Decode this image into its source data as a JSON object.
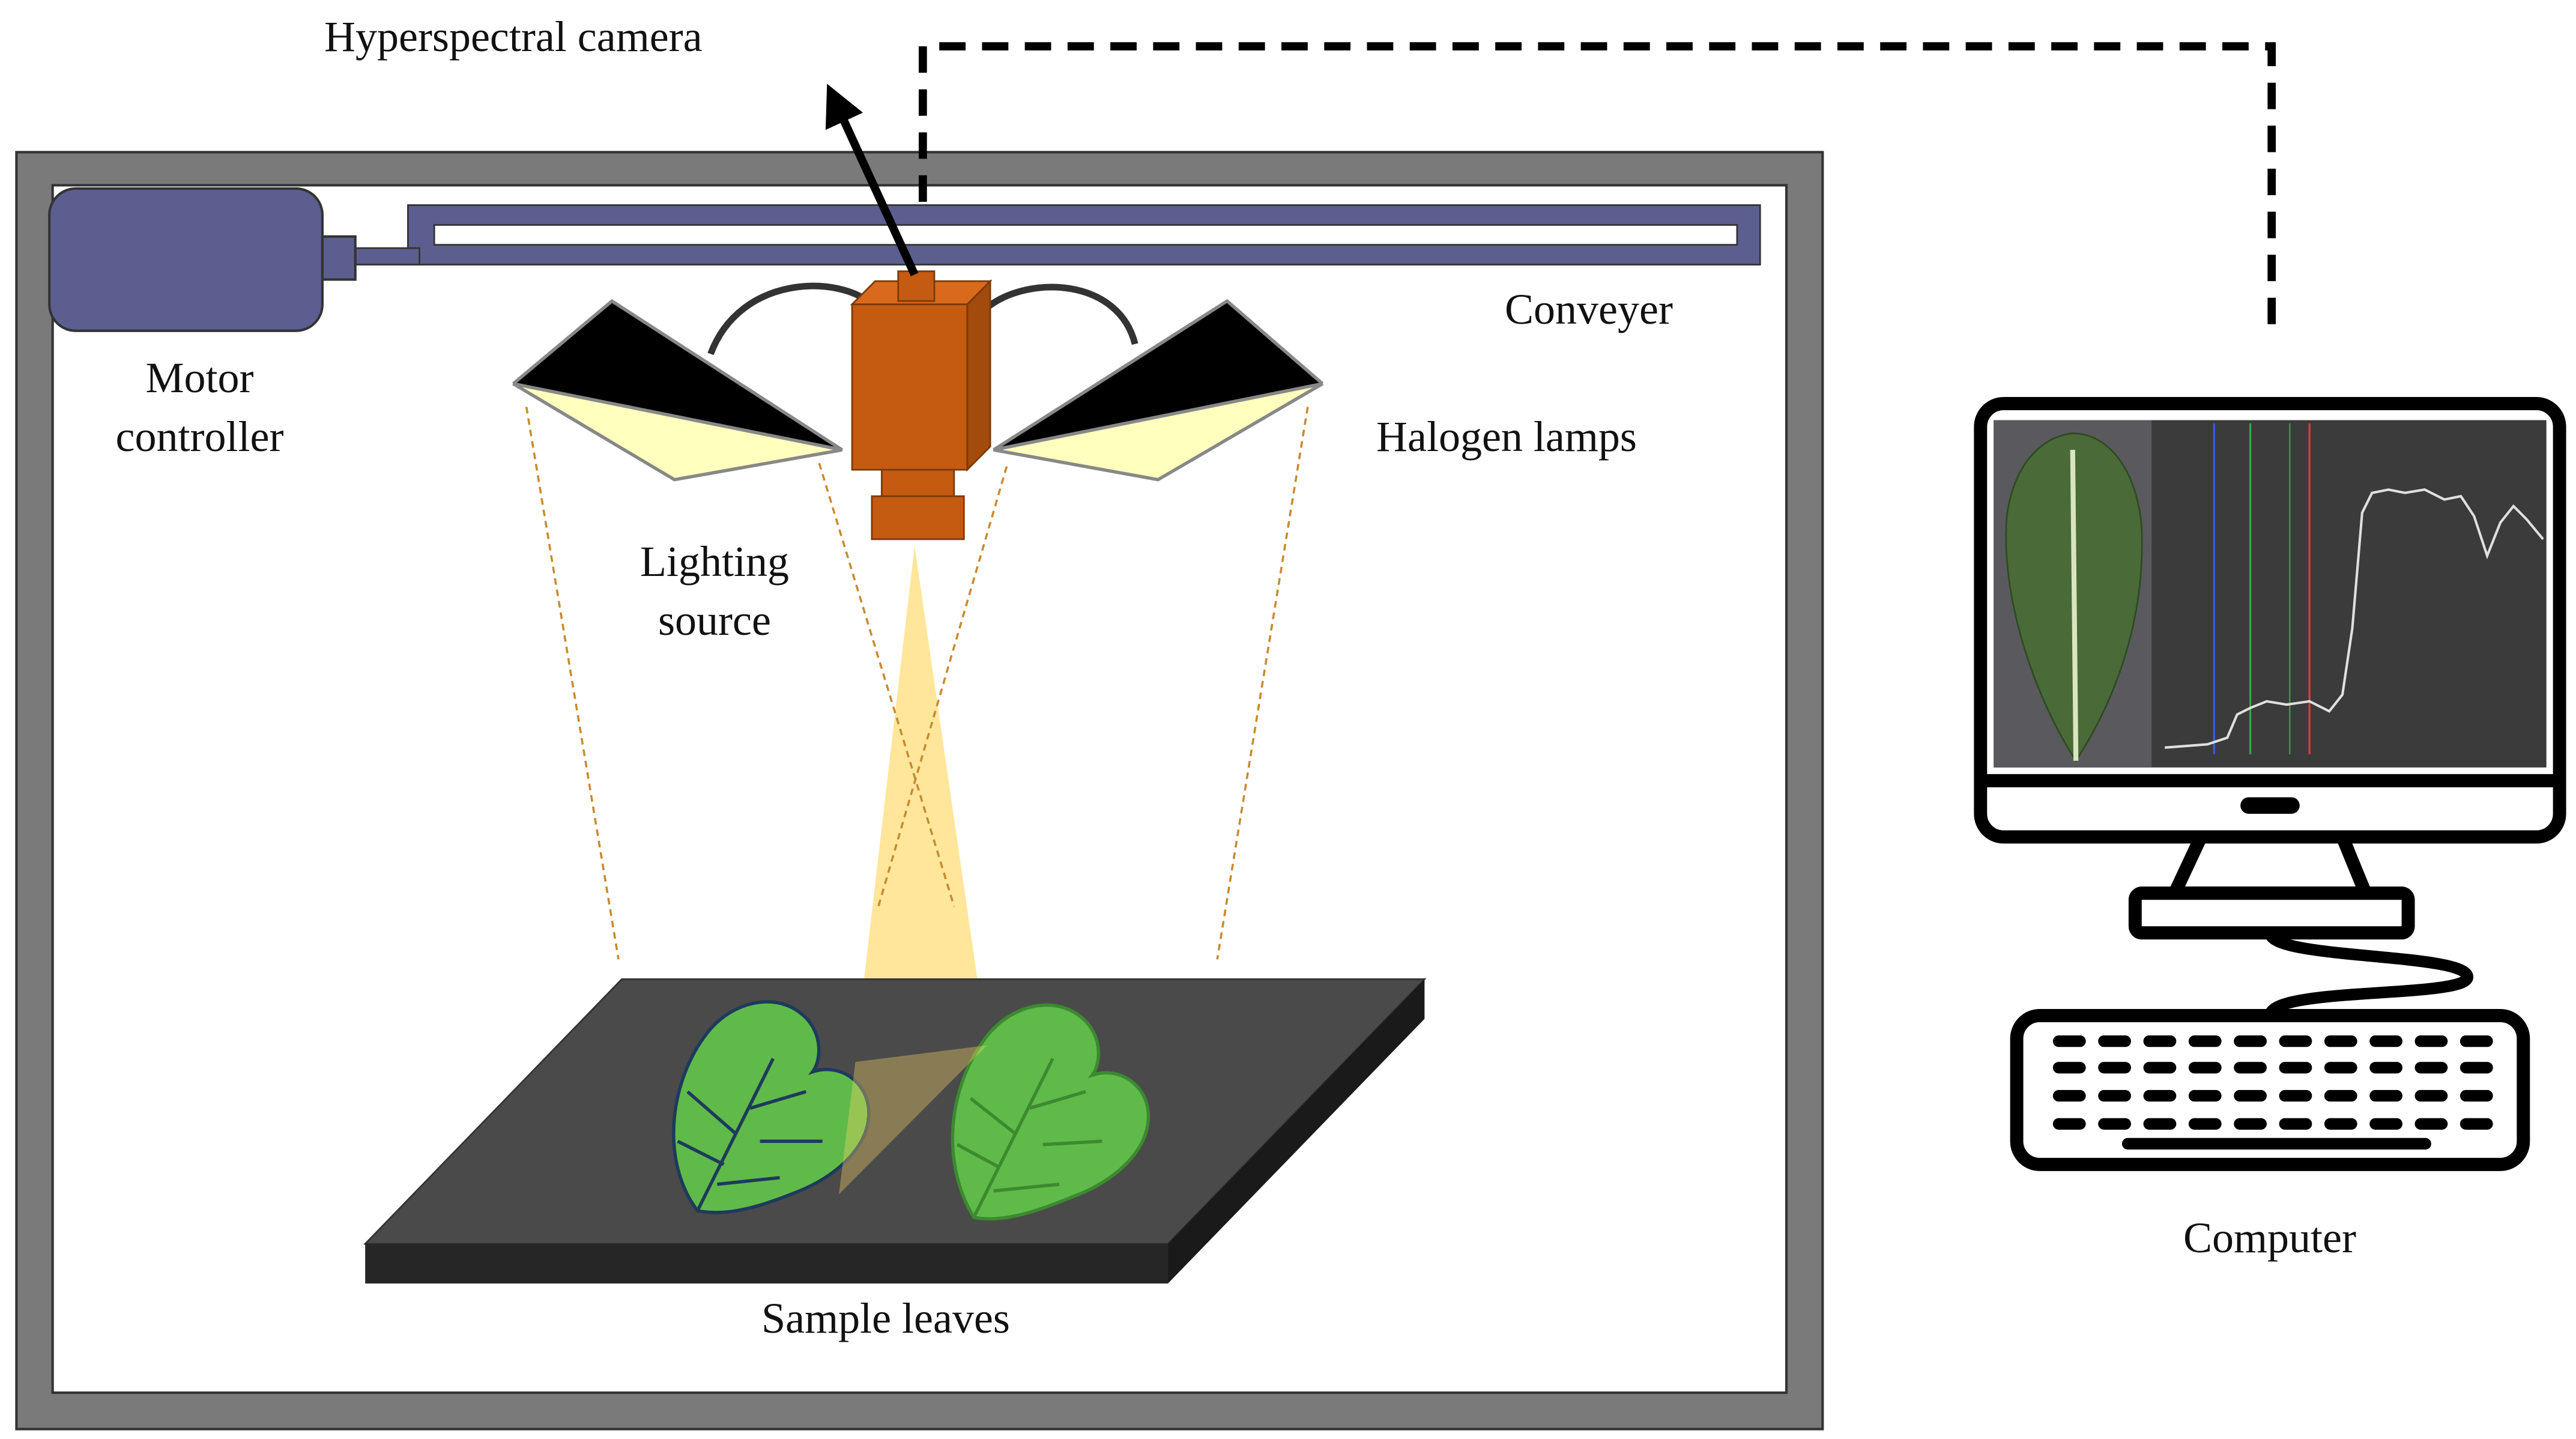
{
  "labels": {
    "hyperspectral_camera": "Hyperspectral camera",
    "conveyer": "Conveyer",
    "motor_controller_line1": "Motor",
    "motor_controller_line2": "controller",
    "halogen_lamps": "Halogen lamps",
    "lighting_source_line1": "Lighting",
    "lighting_source_line2": "source",
    "sample_leaves": "Sample leaves",
    "computer": "Computer"
  },
  "colors": {
    "enclosure_frame": "#7a7a7a",
    "motor": "#5b5e8f",
    "camera_body": "#c55a11",
    "lamp_panel": "#ffffbe",
    "light_beam": "#ffd966",
    "stage": "#404040",
    "leaf": "#5fba4a",
    "monitor_screen": "#3b3b3b"
  },
  "icons": {
    "motor": "motor-icon",
    "camera": "camera-icon",
    "lamp": "halogen-lamp-icon",
    "leaf": "leaf-icon",
    "monitor": "monitor-icon",
    "keyboard": "keyboard-icon"
  }
}
